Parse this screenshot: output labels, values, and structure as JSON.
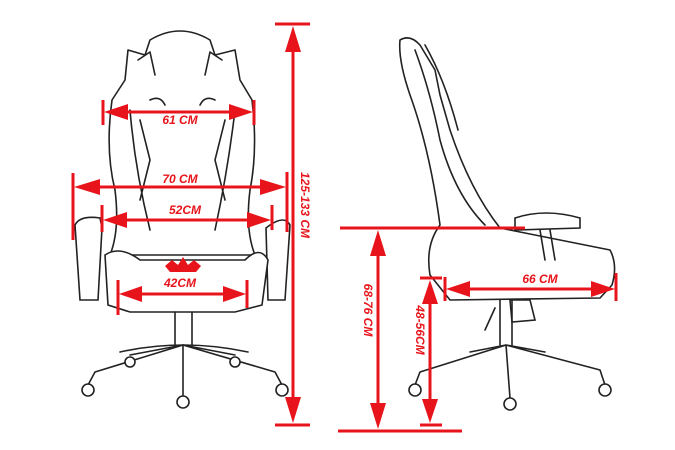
{
  "diagram": {
    "front_view": {
      "headrest_width": "61 CM",
      "overall_width": "70 CM",
      "armrest_inner_width": "52CM",
      "seat_width": "42CM",
      "total_height": "125-133 CM"
    },
    "side_view": {
      "armrest_height": "68-76 CM",
      "seat_height": "48-56CM",
      "seat_depth": "66 CM"
    },
    "accent_color": "#e8141b"
  }
}
